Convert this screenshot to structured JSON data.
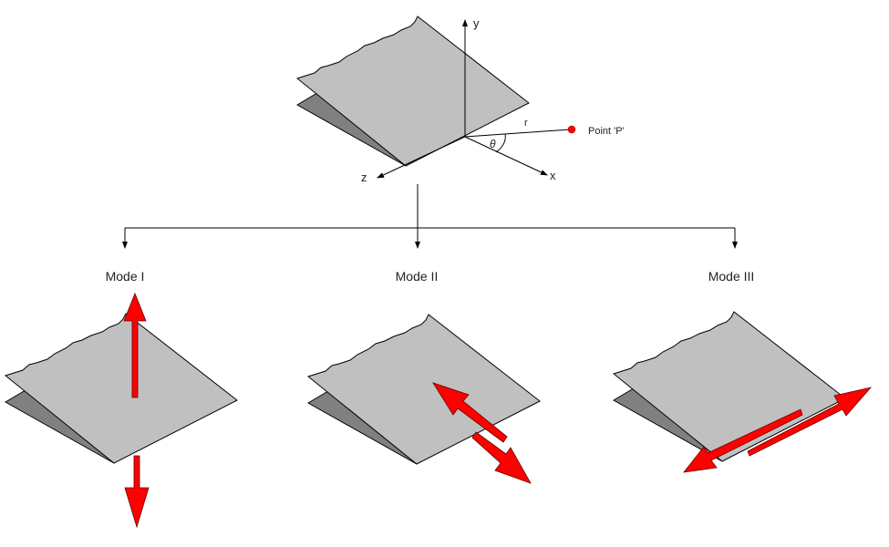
{
  "axes": {
    "x": "x",
    "y": "y",
    "z": "z",
    "r": "r",
    "theta": "θ"
  },
  "point_label": "Point 'P'",
  "modes": [
    {
      "label": "Mode I"
    },
    {
      "label": "Mode II"
    },
    {
      "label": "Mode III"
    }
  ],
  "colors": {
    "plate": "#c0c0c0",
    "plate_shadow": "#808080",
    "arrow": "#ff0000",
    "point": "#ff0000"
  }
}
